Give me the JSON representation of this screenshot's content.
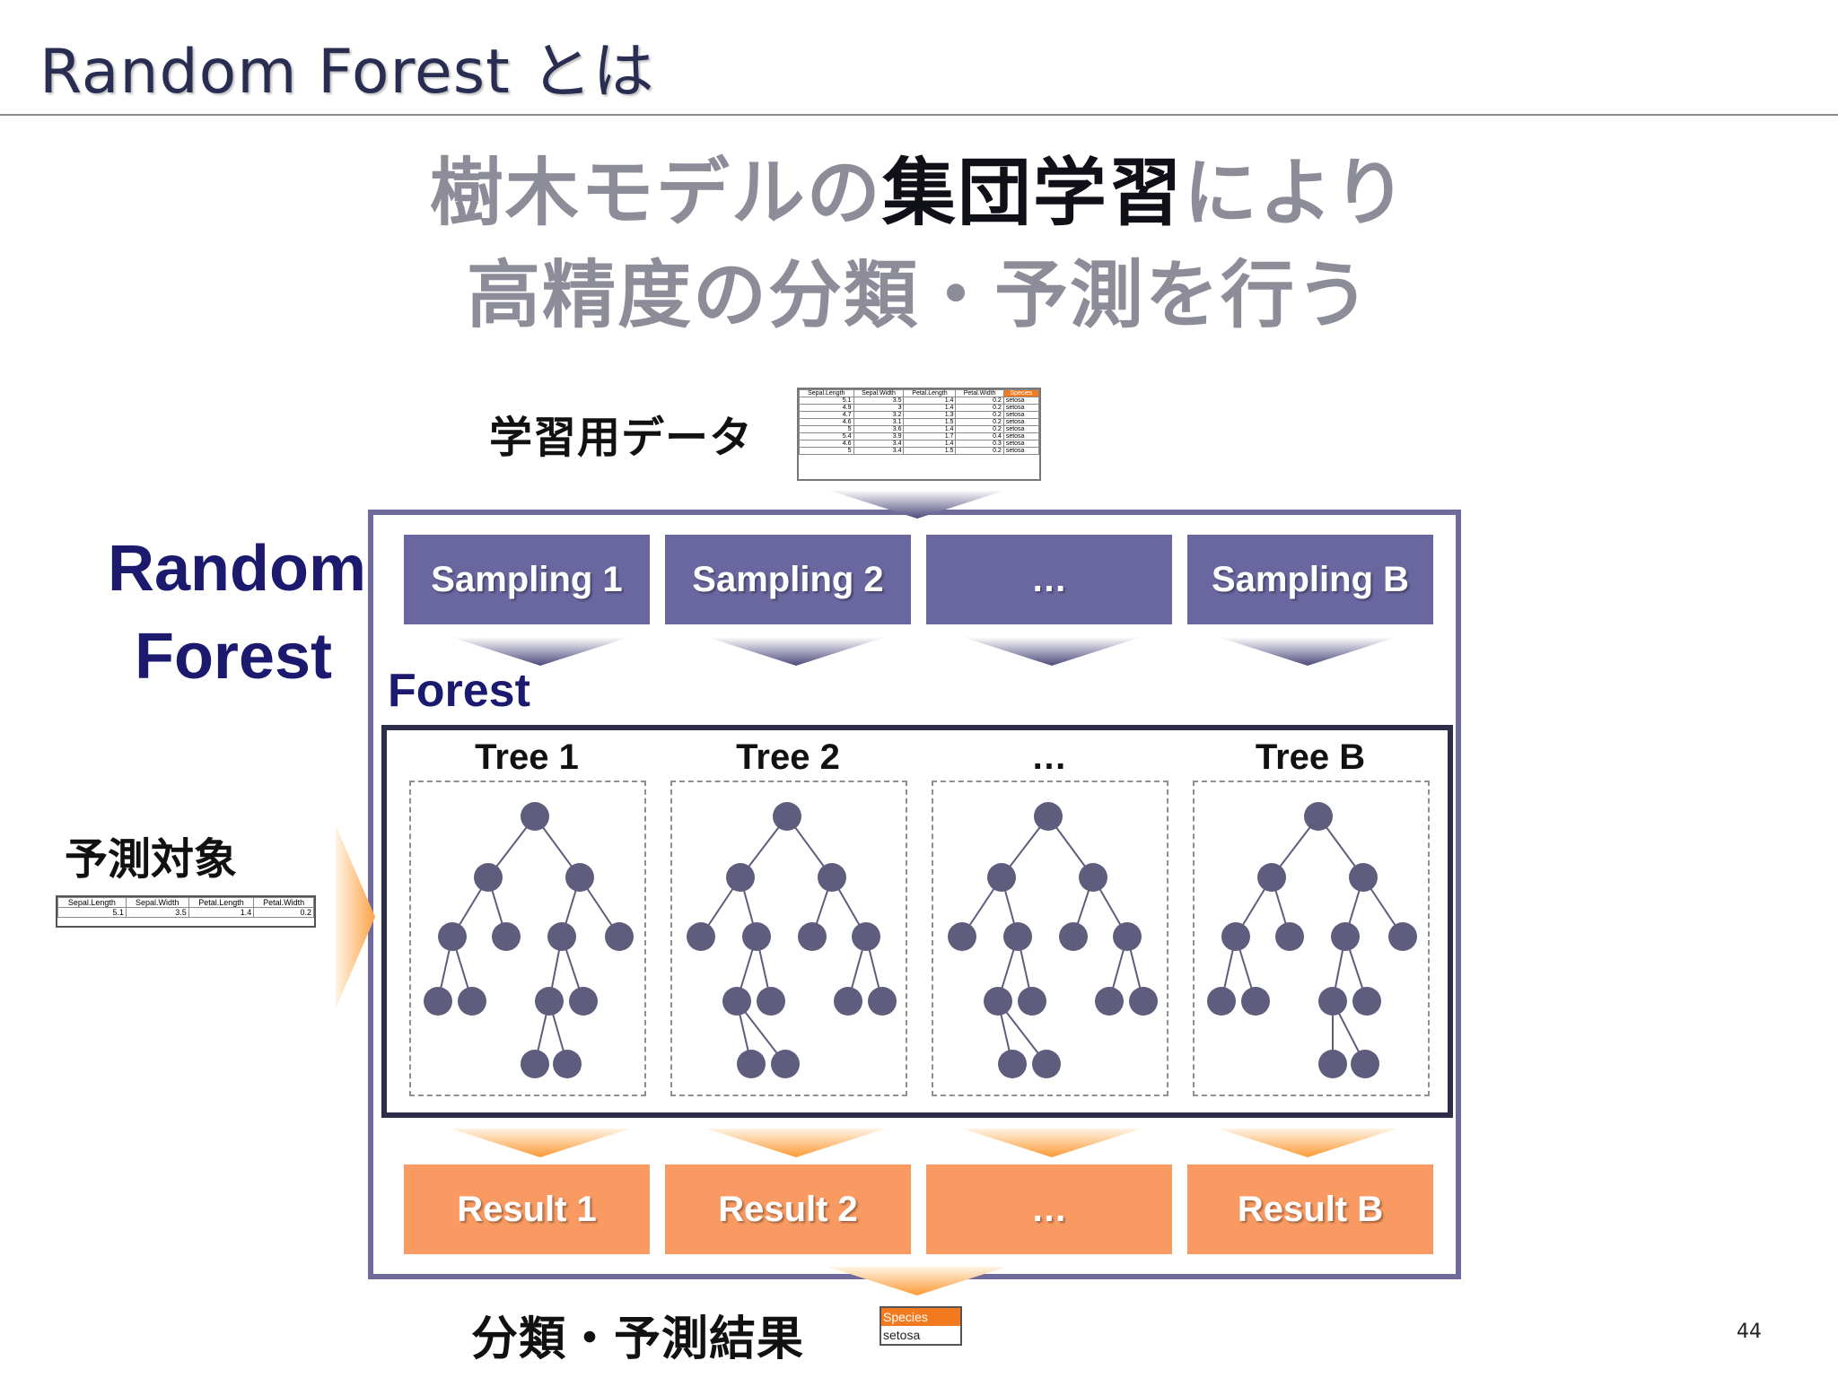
{
  "slide": {
    "title": "Random Forest とは",
    "headline_line1_pre": "樹木モデルの",
    "headline_line1_em": "集団学習",
    "headline_line1_post": "により",
    "headline_line2": "高精度の分類・予測を行う",
    "page_number": "44"
  },
  "labels": {
    "training_data": "学習用データ",
    "random_forest_line1": "Random",
    "random_forest_line2": "Forest",
    "prediction_target": "予測対象",
    "forest": "Forest",
    "result": "分類・予測結果"
  },
  "sampling": [
    "Sampling 1",
    "Sampling 2",
    "…",
    "Sampling B"
  ],
  "trees": [
    "Tree 1",
    "Tree 2",
    "…",
    "Tree B"
  ],
  "results": [
    "Result 1",
    "Result 2",
    "…",
    "Result B"
  ],
  "training_table": {
    "headers": [
      "Sepal.Length",
      "Sepal.Width",
      "Petal.Length",
      "Petal.Width",
      "Species"
    ],
    "rows": [
      [
        "5.1",
        "3.5",
        "1.4",
        "0.2",
        "setosa"
      ],
      [
        "4.9",
        "3",
        "1.4",
        "0.2",
        "setosa"
      ],
      [
        "4.7",
        "3.2",
        "1.3",
        "0.2",
        "setosa"
      ],
      [
        "4.6",
        "3.1",
        "1.5",
        "0.2",
        "setosa"
      ],
      [
        "5",
        "3.6",
        "1.4",
        "0.2",
        "setosa"
      ],
      [
        "5.4",
        "3.9",
        "1.7",
        "0.4",
        "setosa"
      ],
      [
        "4.6",
        "3.4",
        "1.4",
        "0.3",
        "setosa"
      ],
      [
        "5",
        "3.4",
        "1.5",
        "0.2",
        "setosa"
      ]
    ]
  },
  "target_table": {
    "headers": [
      "Sepal.Length",
      "Sepal.Width",
      "Petal.Length",
      "Petal.Width"
    ],
    "row": [
      "5.1",
      "3.5",
      "1.4",
      "0.2"
    ]
  },
  "result_table": {
    "header": "Species",
    "value": "setosa"
  },
  "colors": {
    "sampling_box": "#6a67a0",
    "result_box": "#f99a62",
    "tree_node": "#5f5d7e",
    "frame": "#6e6a9a",
    "forest_frame": "#2d2e4a",
    "title_text": "#1b1a6e",
    "species_header": "#f47a20"
  }
}
